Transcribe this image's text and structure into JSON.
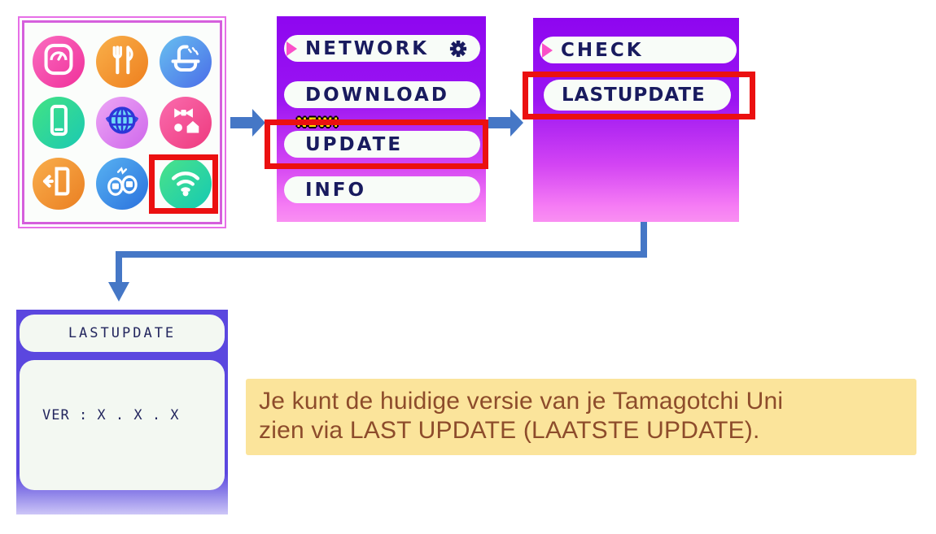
{
  "screen1": {
    "name": "home menu icon grid",
    "icons": [
      "scale-icon",
      "food-icon",
      "bath-icon",
      "phone-icon",
      "globe-icon",
      "toys-icon",
      "door-icon",
      "devices-icon",
      "wifi-icon"
    ],
    "highlighted_icon": "wifi-icon"
  },
  "screen2": {
    "items": [
      {
        "label": "NETWORK",
        "cursor": true,
        "gear": true
      },
      {
        "label": "DOWNLOAD"
      },
      {
        "label": "UPDATE",
        "highlighted": true
      },
      {
        "label": "INFO"
      }
    ],
    "new_badge": "NEW!"
  },
  "screen3": {
    "items": [
      {
        "label": "CHECK",
        "cursor": true
      },
      {
        "label": "LASTUPDATE",
        "highlighted": true
      }
    ]
  },
  "screen4": {
    "title": "LASTUPDATE",
    "version": "VER : X . X . X"
  },
  "note": {
    "line1": "Je kunt de huidige versie van je Tamagotchi Uni",
    "line2": "zien via LAST UPDATE (LAATSTE UPDATE)."
  },
  "colors": {
    "highlight_red": "#EB1010",
    "arrow_blue": "#4577C6",
    "screen_purple_top": "#8E06F0",
    "screen_pink_bottom": "#F98FF2",
    "screen4_indigo": "#5B47DF",
    "menu_text_navy": "#191B5F",
    "cursor_pink": "#FA4FC8",
    "new_badge_yellow": "#FFDD00",
    "note_bg": "#FBE49B",
    "note_text": "#8D4C2B"
  }
}
